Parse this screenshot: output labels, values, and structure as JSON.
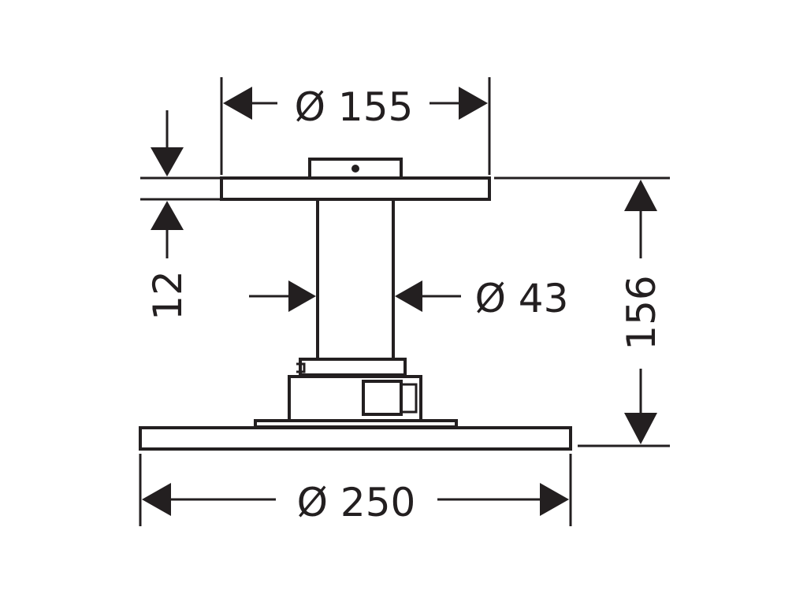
{
  "dimensions": {
    "flange_diameter": "Ø 155",
    "flange_thickness": "12",
    "arm_diameter": "Ø 43",
    "total_height": "156",
    "head_diameter": "Ø 250"
  },
  "colors": {
    "line": "#231f20",
    "background": "#ffffff"
  }
}
